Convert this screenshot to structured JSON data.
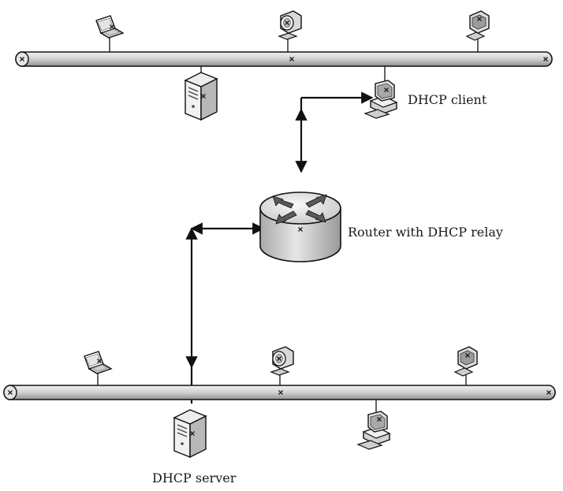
{
  "labels": {
    "dhcp_client": "DHCP client",
    "router": "Router with DHCP relay",
    "dhcp_server": "DHCP server"
  },
  "colors": {
    "bus_fill": "#d3d3d3",
    "line": "#111111",
    "device_shade": "#bdbdbd",
    "background": "#ffffff"
  },
  "nodes": [
    {
      "id": "upper-bus",
      "type": "network-bus"
    },
    {
      "id": "lower-bus",
      "type": "network-bus"
    },
    {
      "id": "router",
      "type": "router",
      "label": "Router with DHCP relay"
    },
    {
      "id": "dhcp-client",
      "type": "desktop-computer",
      "label": "DHCP client"
    },
    {
      "id": "dhcp-server",
      "type": "tower-server",
      "label": "DHCP server"
    }
  ],
  "edges": [
    {
      "from": "dhcp-client",
      "to": "router",
      "style": "double-arrow"
    },
    {
      "from": "router",
      "to": "dhcp-server",
      "style": "double-arrow"
    }
  ]
}
